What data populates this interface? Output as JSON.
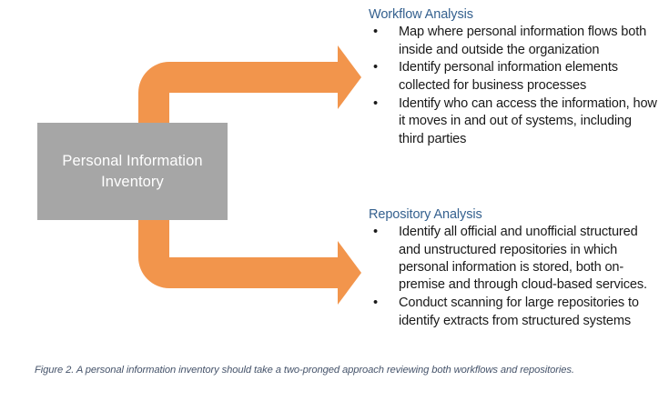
{
  "figure": {
    "background_color": "#ffffff",
    "accent_orange": "#f2954c",
    "box_gray": "#a6a6a6",
    "heading_blue": "#35618f",
    "caption_color": "#46546b",
    "caption": "Figure 2. A personal information inventory should take a two-pronged approach reviewing both workflows and repositories."
  },
  "center_box": {
    "label": "Personal  Information\nInventory"
  },
  "arrows": [
    {
      "name": "arrow-to-workflow-analysis",
      "direction": "up-then-right",
      "color": "#f2954c"
    },
    {
      "name": "arrow-to-repository-analysis",
      "direction": "down-then-right",
      "color": "#f2954c"
    }
  ],
  "workflow": {
    "heading": "Workflow Analysis",
    "bullet_char": "•",
    "bullets": [
      "Map where personal information flows both inside and outside the organization",
      "Identify personal information elements collected for business processes",
      "Identify who can access the information, how it moves in and out of systems, including third parties"
    ]
  },
  "repository": {
    "heading": "Repository Analysis",
    "bullet_char": "•",
    "bullets": [
      "Identify all official and unofficial structured and unstructured repositories in which personal information is stored, both on-premise and through cloud-based services.",
      "Conduct scanning for large repositories to identify extracts from structured systems"
    ]
  }
}
